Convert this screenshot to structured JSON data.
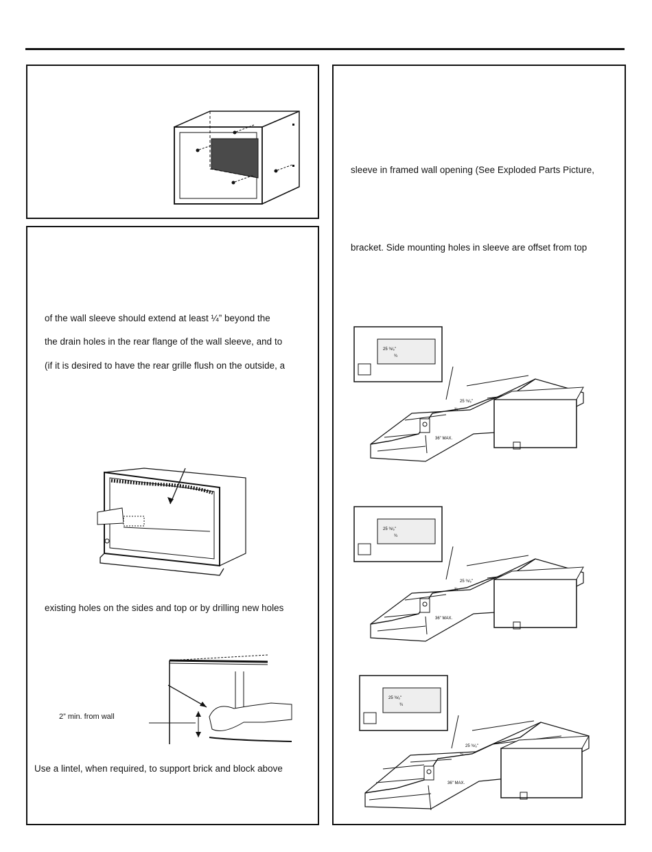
{
  "left_column": {
    "sleeve_box": {},
    "instructions": {
      "line1": "of the wall sleeve should extend at least ¼” beyond the",
      "line2": "the drain holes in the rear flange of the wall sleeve, and to",
      "line3": "(if it is desired to have the rear grille flush on the outside, a",
      "line4": "existing holes on the sides and top or by drilling new holes",
      "clearance_label": "2” min. from wall",
      "line5": "Use a lintel, when required, to support brick and block above"
    }
  },
  "right_column": {
    "line1": "sleeve in framed wall opening (See Exploded Parts Picture,",
    "line2": "bracket. Side mounting holes in sleeve are offset from top",
    "figure_labels": {
      "dim_width": "25 ¾⁄₆\"",
      "dim_small": "¾",
      "max_height": "36\" MAX."
    }
  }
}
